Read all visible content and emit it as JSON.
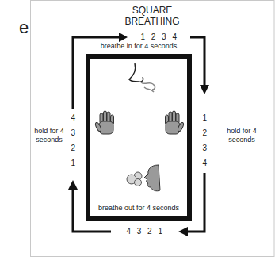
{
  "diagram": {
    "title": "SQUARE BREATHING",
    "labels": [
      "e",
      "1 2 3 4",
      "breathe in for 4 seconds",
      "1",
      "2",
      "3",
      "4",
      "hold for 4 seconds",
      "breathe out for 4 seconds",
      "4 3 2 1",
      "4",
      "3",
      "2",
      "1",
      "hold for 4 seconds"
    ]
  }
}
